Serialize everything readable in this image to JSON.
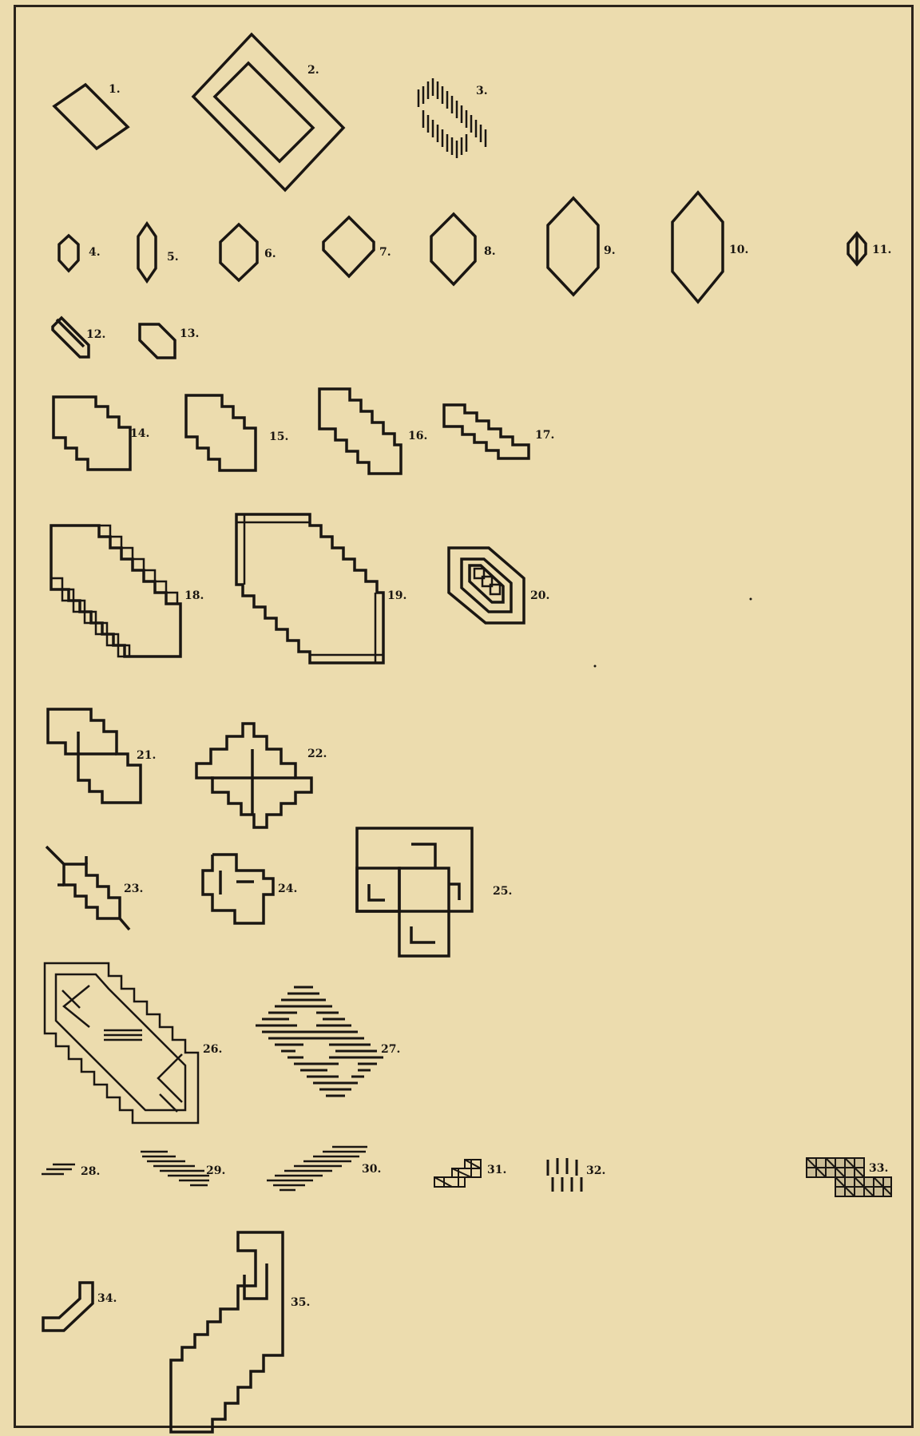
{
  "plate": {
    "figures": [
      {
        "n": 1,
        "label": "1."
      },
      {
        "n": 2,
        "label": "2."
      },
      {
        "n": 3,
        "label": "3."
      },
      {
        "n": 4,
        "label": "4."
      },
      {
        "n": 5,
        "label": "5."
      },
      {
        "n": 6,
        "label": "6."
      },
      {
        "n": 7,
        "label": "7."
      },
      {
        "n": 8,
        "label": "8."
      },
      {
        "n": 9,
        "label": "9."
      },
      {
        "n": 10,
        "label": "10."
      },
      {
        "n": 11,
        "label": "11."
      },
      {
        "n": 12,
        "label": "12."
      },
      {
        "n": 13,
        "label": "13."
      },
      {
        "n": 14,
        "label": "14."
      },
      {
        "n": 15,
        "label": "15."
      },
      {
        "n": 16,
        "label": "16."
      },
      {
        "n": 17,
        "label": "17."
      },
      {
        "n": 18,
        "label": "18."
      },
      {
        "n": 19,
        "label": "19."
      },
      {
        "n": 20,
        "label": "20."
      },
      {
        "n": 21,
        "label": "21."
      },
      {
        "n": 22,
        "label": "22."
      },
      {
        "n": 23,
        "label": "23."
      },
      {
        "n": 24,
        "label": "24."
      },
      {
        "n": 25,
        "label": "25."
      },
      {
        "n": 26,
        "label": "26."
      },
      {
        "n": 27,
        "label": "27."
      },
      {
        "n": 28,
        "label": "28."
      },
      {
        "n": 29,
        "label": "29."
      },
      {
        "n": 30,
        "label": "30."
      },
      {
        "n": 31,
        "label": "31."
      },
      {
        "n": 32,
        "label": "32."
      },
      {
        "n": 33,
        "label": "33."
      },
      {
        "n": 34,
        "label": "34."
      },
      {
        "n": 35,
        "label": "35."
      }
    ],
    "colors": {
      "paper": "#ecdcae",
      "ink": "#1a1612"
    }
  }
}
